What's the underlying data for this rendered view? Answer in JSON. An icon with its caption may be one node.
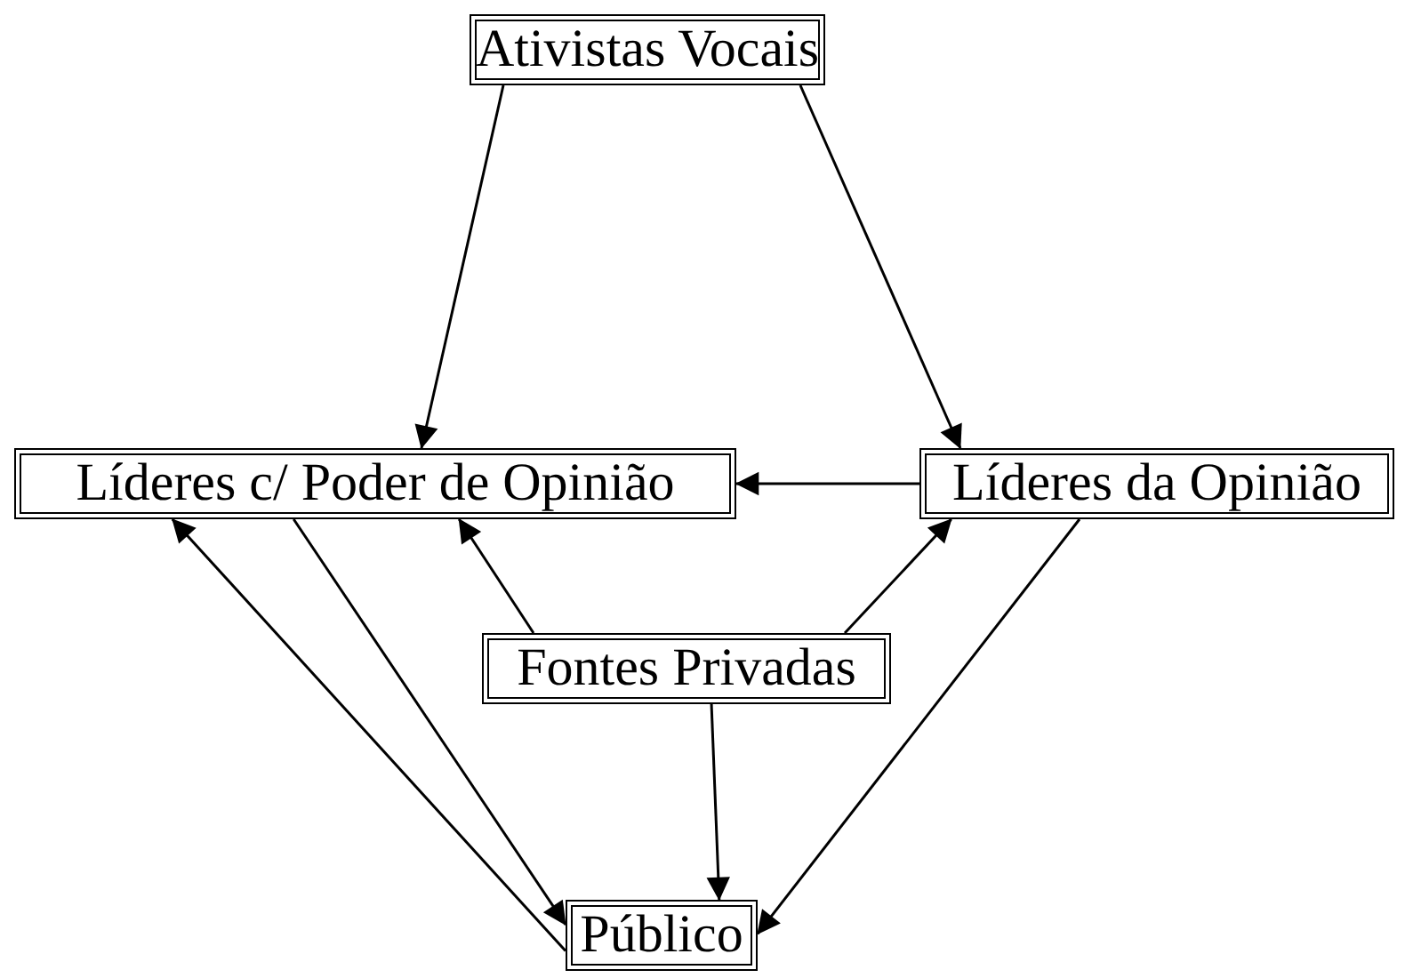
{
  "diagram": {
    "nodes": [
      {
        "text": [
          "Ativistas Vocais"
        ]
      },
      {
        "text": [
          "Líderes c/ Poder de Opinião"
        ]
      },
      {
        "text": [
          "Líderes da Opinião"
        ]
      },
      {
        "text": [
          "Fontes Privadas"
        ]
      },
      {
        "text": [
          "Público"
        ]
      }
    ],
    "edges": [
      {
        "from": 0,
        "to": 1,
        "arrow": "to"
      },
      {
        "from": 0,
        "to": 2,
        "arrow": "to"
      },
      {
        "from": 2,
        "to": 1,
        "arrow": "to"
      },
      {
        "from": 3,
        "to": 1,
        "arrow": "to"
      },
      {
        "from": 3,
        "to": 2,
        "arrow": "to"
      },
      {
        "from": 1,
        "to": 4,
        "arrow": "to"
      },
      {
        "from": 3,
        "to": 4,
        "arrow": "to"
      },
      {
        "from": 4,
        "to": 1,
        "arrow": "to"
      },
      {
        "from": 2,
        "to": 4,
        "arrow": "to"
      }
    ]
  }
}
